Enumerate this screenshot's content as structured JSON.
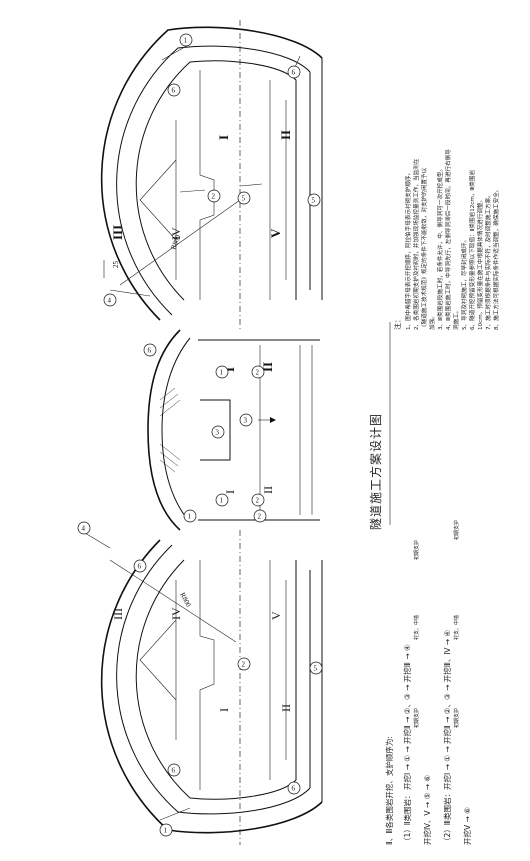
{
  "title": "隧道施工方案设计图",
  "notes": {
    "heading": "注：",
    "lines": [
      "1、图中希腊字母表示开挖顺序，阿拉伯字母表示衬砌支护顺序。",
      "2、各类围岩初期支护及衬砌时，并加强现场监控量测工作，当监测在",
      "《隧道施工技术规范》规定的条件下不能收敛，对支护的闲置予以",
      "加强。",
      "3、Ⅲ类围岩段施工时，若条件允许，中、侧导洞可一次开挖成型。",
      "4、Ⅲ类围岩施工时，中导洞先行，左侧导洞滞后一段时间，再进行右侧导",
      "洞施工。",
      "5、导洞及衬砌施工，尽早封闭成环。",
      "6、隧道开挖预留变形量参照以下取值：Ⅱ类围岩12cm，Ⅲ类围岩",
      "10cm，预留变形量在施工中根据具体情况进行调整。",
      "7、施工时须根据条件与实际不符，及时调整施工方案。",
      "8、施工方法可根据实际条件作适当调整，确保施工安全。"
    ]
  },
  "sequence": {
    "heading": "Ⅱ、Ⅲ各类围岩开挖、支护顺序为:",
    "group1_title": "（1）Ⅱ类围岩：",
    "group1_line1": "开挖Ⅰ → ① → 开挖Ⅱ → ②、③ → 开挖Ⅲ → ④",
    "group1_line2": "开挖Ⅳ、Ⅴ → ⑤ → ⑥",
    "group2_title": "（2）Ⅲ类围岩：",
    "group2_line1": "开挖Ⅰ → ① → 开挖Ⅱ → ②、③ → 开挖Ⅲ、Ⅳ → ④",
    "group2_line2": "开挖Ⅴ → ⑥",
    "sub_labels": [
      "初期支护",
      "衬支、中墙",
      "初期支护"
    ]
  },
  "labels": {
    "roman": [
      "I",
      "II",
      "III",
      "IV",
      "V"
    ],
    "radius_upper": "R800",
    "radius_lower": "R800",
    "dim_25": "25",
    "circle_nums": [
      "1",
      "2",
      "3",
      "4",
      "5",
      "6"
    ]
  }
}
